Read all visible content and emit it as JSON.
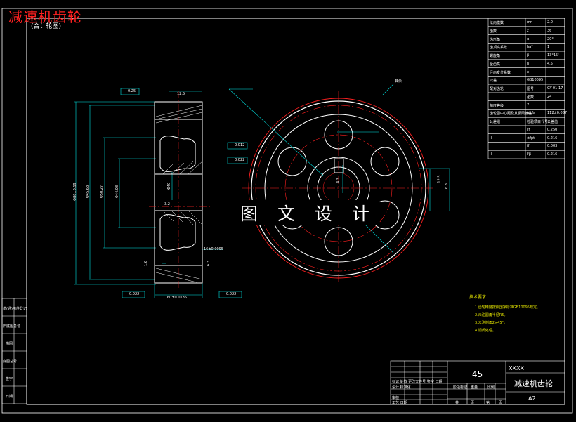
{
  "header": {
    "title": "减速机齿轮",
    "subtitle": "(合计轮图)"
  },
  "watermark": "图 文 设 计",
  "param_table": {
    "rows": [
      [
        "法向模数",
        "mn",
        "2.0"
      ],
      [
        "齿数",
        "z",
        "36"
      ],
      [
        "齿形角",
        "α",
        "20°"
      ],
      [
        "齿顶高系数",
        "ha*",
        "1"
      ],
      [
        "螺旋角",
        "β",
        "13°15'"
      ],
      [
        "全齿高",
        "h",
        "4.5"
      ],
      [
        "径向变位系数",
        "x",
        ""
      ],
      [
        "公差",
        "GB10095",
        ""
      ],
      [
        "配对齿轮",
        "图号",
        "GY-01-17"
      ],
      [
        "",
        "齿数",
        "24"
      ],
      [
        "精度等级",
        "7",
        ""
      ],
      [
        "齿轮副中心距及其极限偏差",
        "a±fa",
        "112±0.087"
      ],
      [
        "公差组",
        "检验项目代号",
        "公差值"
      ],
      [
        "I",
        "Fr",
        "0.250"
      ],
      [
        "II",
        "±fpt",
        "0.216"
      ],
      [
        "",
        "ff",
        "0.003"
      ],
      [
        "III",
        "Fβ",
        "0.216"
      ]
    ]
  },
  "tech_notes": {
    "heading": "技术要求",
    "items": [
      "1.齿轮精度按照国家标准GB10095规定。",
      "2.未注圆角半径R5。",
      "3.未注倒角2×45°。",
      "4.调质处理。"
    ]
  },
  "left_column": {
    "labels": [
      "借(通)用件登记",
      "旧底图总号",
      "描图",
      "底图总号",
      "签字",
      "日期"
    ]
  },
  "title_block": {
    "material": "45",
    "code": "XXXX",
    "part_name": "减速机齿轮",
    "sheet_size": "A2",
    "row_labels": [
      "标记 处数 更改文件号 签字 日期",
      "设计 标准化",
      "审核",
      "工艺 日期"
    ],
    "col_labels": [
      "阶段标记",
      "重量",
      "比例"
    ],
    "sheet_labels": [
      "共",
      "页",
      "第",
      "页"
    ]
  },
  "section_dims": {
    "tol_top": "0.25",
    "tol_bottom": "0.022",
    "tol_bottom_right": "0.022",
    "tol_mid_a": "0.012",
    "tol_mid_b": "0.022",
    "roughness_top": "12.5",
    "roughness_mid": "3.2",
    "roughness_b": "1.6",
    "roughness_c": "6.3",
    "dia_outer": "Φ80±0.19",
    "dia_a": "Φ45.63",
    "dia_b": "Φ50.27",
    "dia_c": "Φ44.03",
    "hub_dim": "Φ40",
    "width": "60±0.0185",
    "keyway": "16±0.0095"
  },
  "front_view": {
    "label_a": "12.5",
    "label_b": "6.3",
    "roughness_note": "其余",
    "key_depth": "4.3"
  },
  "colors": {
    "frame": "#ffffff",
    "dim": "#00e5e5",
    "center": "#ff2020",
    "hatch": "#ffffff"
  }
}
